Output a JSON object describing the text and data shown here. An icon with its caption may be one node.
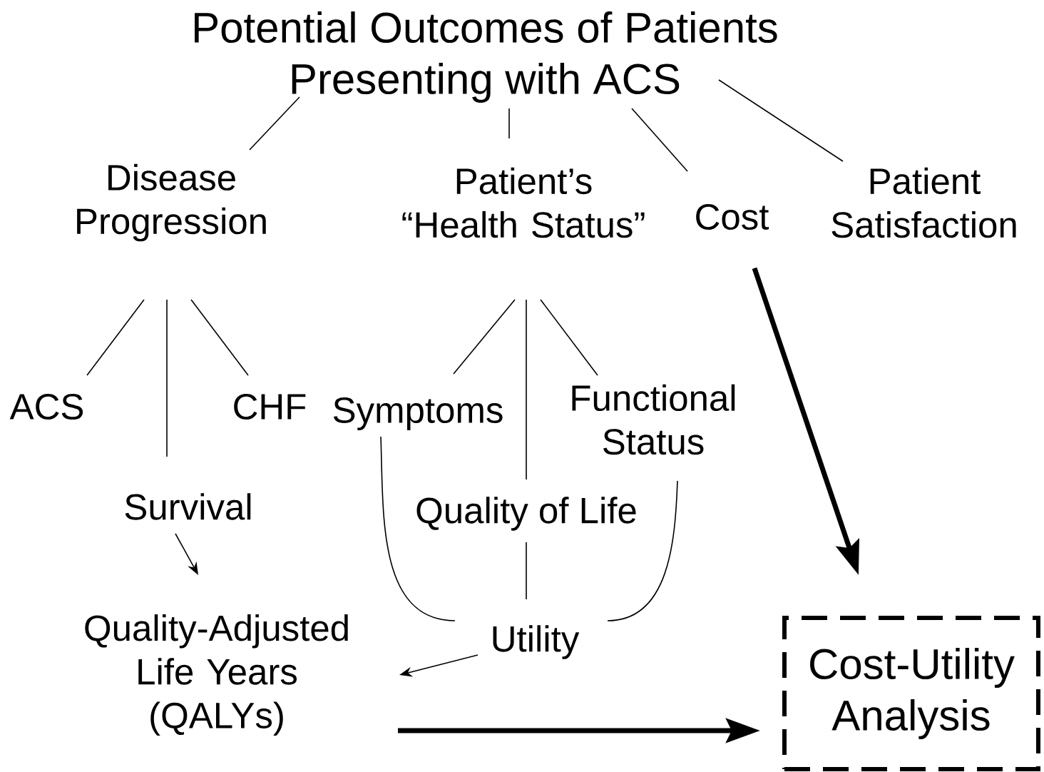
{
  "diagram": {
    "nodes": [
      {
        "text": [
          "Potential Outcomes of Patients Presenting with ACS"
        ]
      },
      {
        "text": [
          "Disease Progression"
        ]
      },
      {
        "text": [
          "Patient’s “Health Status”"
        ]
      },
      {
        "text": [
          "Cost"
        ]
      },
      {
        "text": [
          "Patient Satisfaction"
        ]
      },
      {
        "text": [
          "ACS"
        ]
      },
      {
        "text": [
          "Survival"
        ]
      },
      {
        "text": [
          "CHF"
        ]
      },
      {
        "text": [
          "Symptoms"
        ]
      },
      {
        "text": [
          "Quality of Life"
        ]
      },
      {
        "text": [
          "Functional Status"
        ]
      },
      {
        "text": [
          "Utility"
        ]
      },
      {
        "text": [
          "Quality-Adjusted Life Years (QALYs)"
        ]
      },
      {
        "text": [
          "Cost-Utility Analysis"
        ]
      }
    ],
    "edges": [
      {
        "from": 0,
        "to": 1,
        "arrow": "none"
      },
      {
        "from": 0,
        "to": 2,
        "arrow": "none"
      },
      {
        "from": 0,
        "to": 3,
        "arrow": "none"
      },
      {
        "from": 0,
        "to": 4,
        "arrow": "none"
      },
      {
        "from": 1,
        "to": 5,
        "arrow": "none"
      },
      {
        "from": 1,
        "to": 6,
        "arrow": "none"
      },
      {
        "from": 1,
        "to": 7,
        "arrow": "none"
      },
      {
        "from": 2,
        "to": 8,
        "arrow": "none"
      },
      {
        "from": 2,
        "to": 9,
        "arrow": "none"
      },
      {
        "from": 2,
        "to": 10,
        "arrow": "none"
      },
      {
        "from": 8,
        "to": 11,
        "arrow": "none"
      },
      {
        "from": 9,
        "to": 11,
        "arrow": "none"
      },
      {
        "from": 10,
        "to": 11,
        "arrow": "none"
      },
      {
        "from": 6,
        "to": 12,
        "arrow": "to"
      },
      {
        "from": 11,
        "to": 12,
        "arrow": "to"
      },
      {
        "from": 3,
        "to": 13,
        "arrow": "to",
        "style": "thick"
      },
      {
        "from": 12,
        "to": 13,
        "arrow": "to",
        "style": "thick"
      }
    ]
  }
}
